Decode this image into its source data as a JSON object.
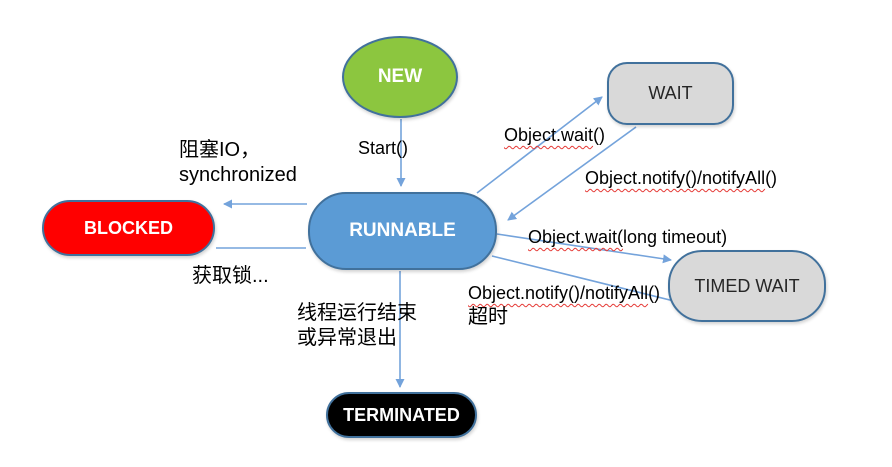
{
  "diagram_title": "Java thread state transition diagram",
  "colors": {
    "arrow": "#74A3DB",
    "shape_border": "#41719C",
    "spellcheck_underline": "#E53935",
    "background": "#FFFFFF"
  },
  "states": {
    "new": {
      "label": "NEW",
      "fill": "#8CC63F",
      "text_color": "#FFFFFF"
    },
    "runnable": {
      "label": "RUNNABLE",
      "fill": "#5B9BD5",
      "text_color": "#FFFFFF"
    },
    "blocked": {
      "label": "BLOCKED",
      "fill": "#FF0000",
      "text_color": "#FFFFFF"
    },
    "wait": {
      "label": "WAIT",
      "fill": "#D9D9D9",
      "text_color": "#262626"
    },
    "timed_wait": {
      "label": "TIMED WAIT",
      "fill": "#D9D9D9",
      "text_color": "#262626"
    },
    "terminated": {
      "label": "TERMINATED",
      "fill": "#000000",
      "text_color": "#FFFFFF"
    }
  },
  "transitions": [
    {
      "from": "new",
      "to": "runnable",
      "label": {
        "text": "Start()"
      }
    },
    {
      "from": "runnable",
      "to": "wait",
      "label": {
        "wavy": "Object.wait",
        "rest": "()"
      }
    },
    {
      "from": "wait",
      "to": "runnable",
      "label": {
        "wavy": "Object.notify()/notifyAll",
        "rest": "()"
      }
    },
    {
      "from": "runnable",
      "to": "timed_wait",
      "label": {
        "wavy": "Object.wait(",
        "rest": "long timeout)"
      }
    },
    {
      "from": "timed_wait",
      "to": "runnable",
      "label": {
        "wavy": "Object.notify()/notifyAll",
        "rest": "()",
        "line2": "超时"
      }
    },
    {
      "from": "runnable",
      "to": "blocked",
      "label": {
        "line1": "阻塞IO，",
        "line2": "synchronized"
      }
    },
    {
      "from": "blocked",
      "to": "runnable",
      "label": {
        "text": "获取锁..."
      }
    },
    {
      "from": "runnable",
      "to": "terminated",
      "label": {
        "line1": "线程运行结束",
        "line2": "或异常退出"
      }
    }
  ]
}
